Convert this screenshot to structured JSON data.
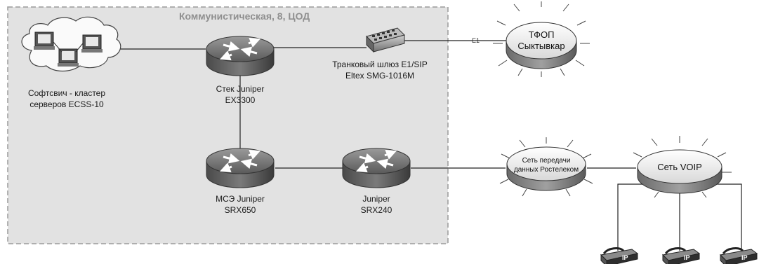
{
  "zone": {
    "title": "Коммунистическая, 8, ЦОД"
  },
  "softswitch": {
    "line1": "Софтсвич - кластер",
    "line2": "серверов ECSS-10"
  },
  "core_switch": {
    "line1": "Стек Juniper",
    "line2": "EX3300"
  },
  "trunk_gateway": {
    "line1": "Транковый шлюз E1/SIP",
    "line2": "Eltex SMG-1016M"
  },
  "link_e1": {
    "label": "E1"
  },
  "pstn": {
    "line1": "ТФОП",
    "line2": "Сыктывкар"
  },
  "firewall": {
    "line1": "МСЭ Juniper",
    "line2": "SRX650"
  },
  "edge_router": {
    "line1": "Juniper",
    "line2": "SRX240"
  },
  "rostelecom": {
    "line1": "Сеть передачи",
    "line2": "данных Ростелеком"
  },
  "voip": {
    "label": "Сеть VOIP"
  },
  "phones": [
    {
      "badge": "IP"
    },
    {
      "badge": "IP"
    },
    {
      "badge": "IP"
    }
  ]
}
